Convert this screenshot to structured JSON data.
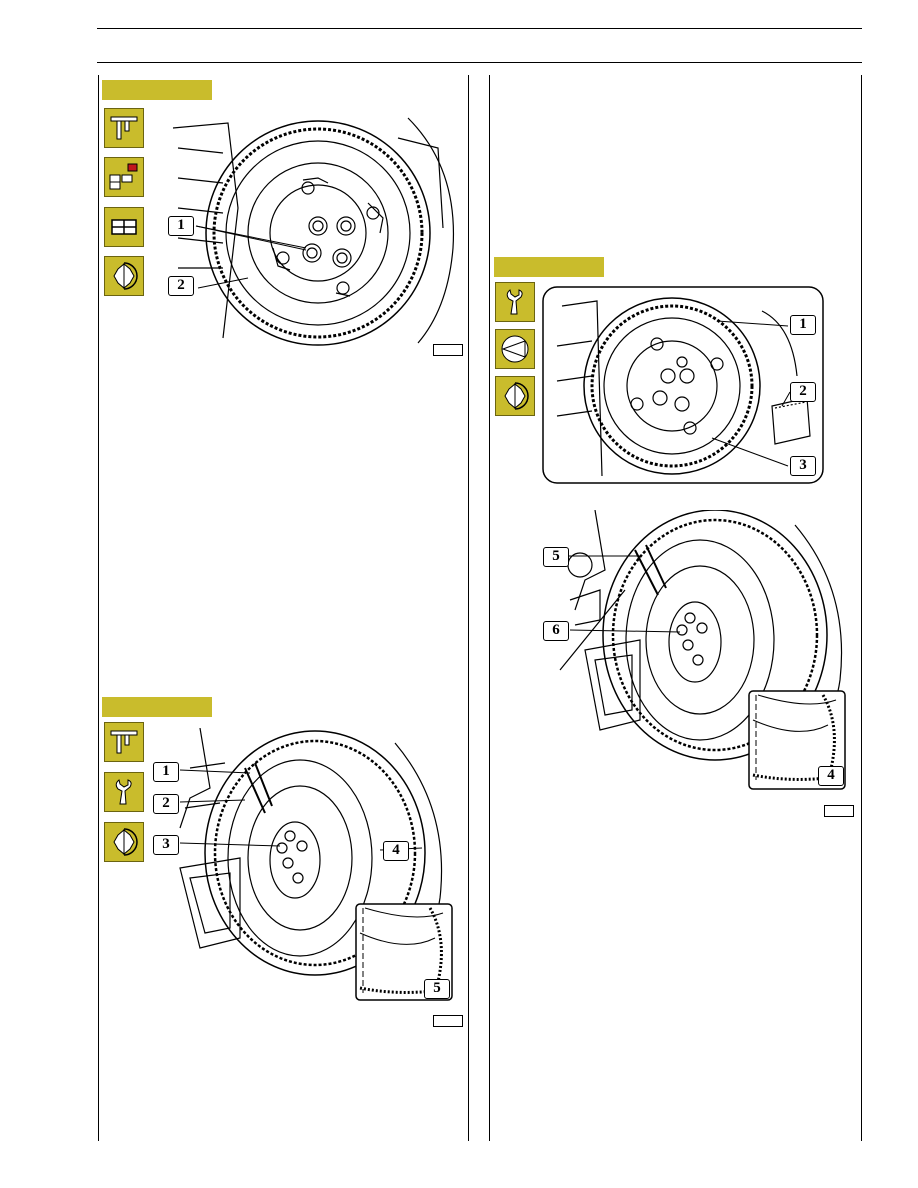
{
  "colors": {
    "tab": "#c9bc2c",
    "icon_bg": "#c9bc2c",
    "line": "#000000"
  },
  "figure_1": {
    "icons": [
      "caliper-tool-icon",
      "assembly-diagram-icon",
      "grid-view-icon",
      "torque-hex-icon"
    ],
    "callouts": [
      "1",
      "2"
    ]
  },
  "figure_2": {
    "icons": [
      "caliper-tool-icon",
      "wrench-tool-icon",
      "torque-hex-icon"
    ],
    "callouts": [
      "1",
      "2",
      "3",
      "4",
      "5"
    ]
  },
  "figure_3": {
    "icons": [
      "wrench-tool-icon",
      "angle-gauge-icon",
      "torque-hex-icon"
    ],
    "callouts": [
      "1",
      "2",
      "3"
    ]
  },
  "figure_4": {
    "callouts": [
      "5",
      "6",
      "4"
    ]
  }
}
